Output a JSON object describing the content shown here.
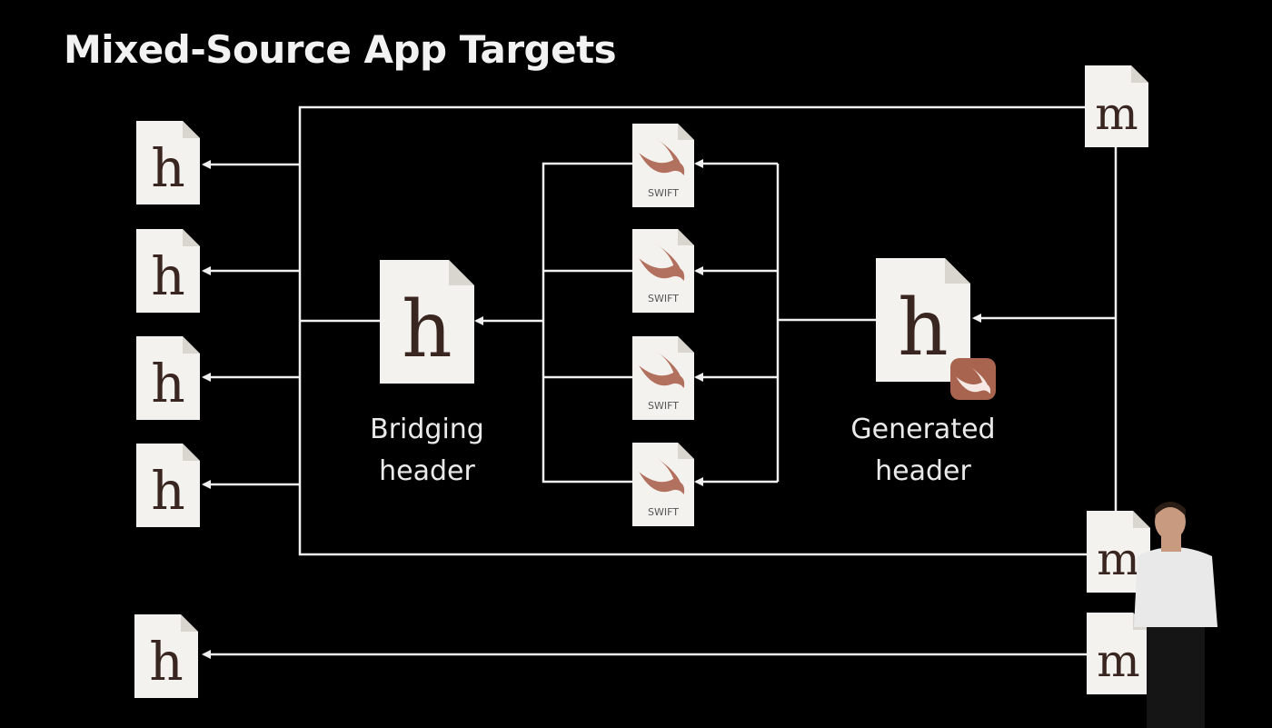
{
  "slide": {
    "title": "Mixed-Source App Targets"
  },
  "labels": {
    "bridging": "Bridging header",
    "bridging_line1": "Bridging",
    "bridging_line2": "header",
    "generated": "Generated header",
    "generated_line1": "Generated",
    "generated_line2": "header"
  },
  "glyphs": {
    "header_letter": "h",
    "impl_letter": "m",
    "swift_tag": "SWIFT"
  },
  "icons": {
    "header_file": "objc-header-file-icon",
    "impl_file": "objc-implementation-file-icon",
    "swift_file": "swift-file-icon",
    "swift_badge": "swift-logo-badge-icon"
  },
  "colors": {
    "background": "#000000",
    "line": "#f0f0f0",
    "file": "#f4f2ee",
    "file_fold": "#d9d6cf",
    "glyph": "#3a2621",
    "swift": "#b2705e",
    "swift_badge": "#a8644f"
  }
}
